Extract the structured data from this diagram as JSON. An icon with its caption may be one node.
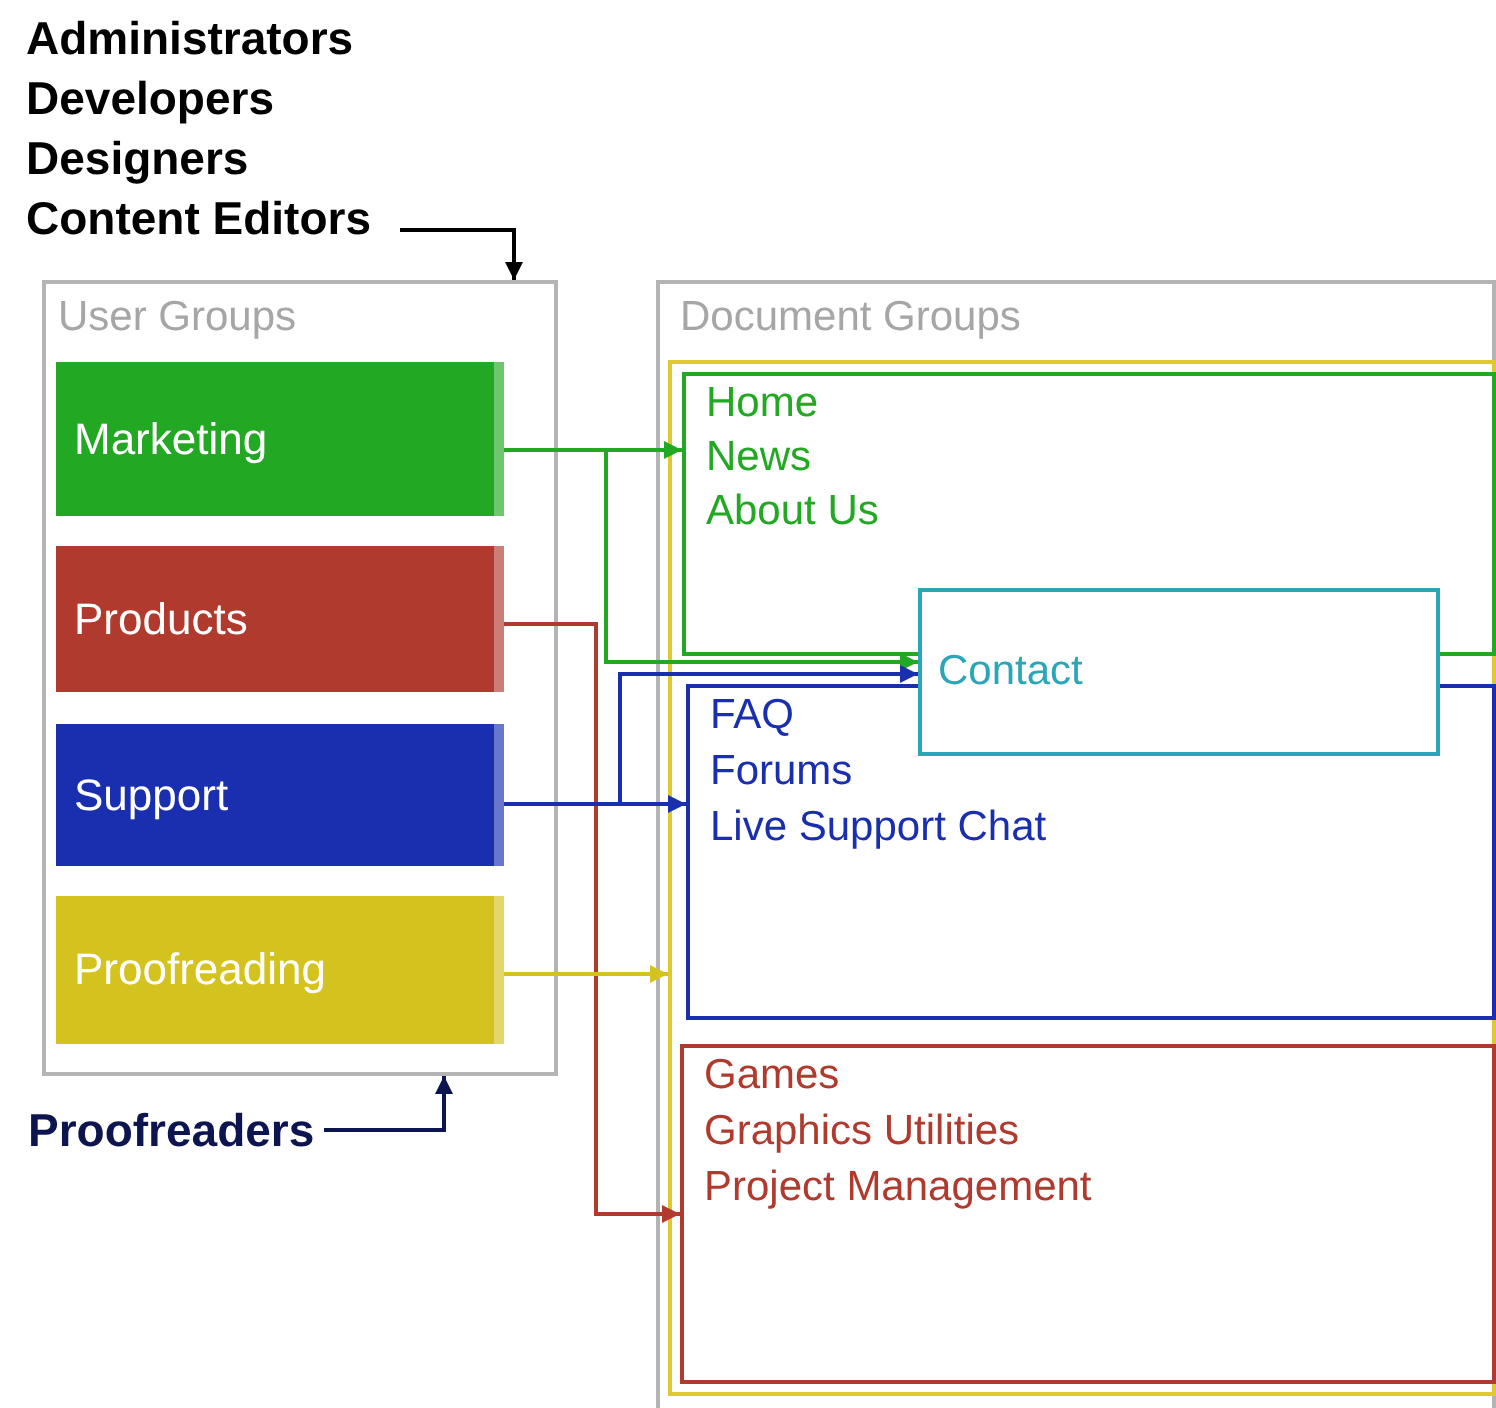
{
  "diagram": {
    "nodes": [
      {
        "text": [
          "Administrators",
          "Developers",
          "Designers",
          "Content Editors"
        ]
      },
      {
        "text": [
          "User Groups"
        ]
      },
      {
        "text": [
          "Marketing"
        ],
        "in": 1
      },
      {
        "text": [
          "Products"
        ],
        "in": 1
      },
      {
        "text": [
          "Support"
        ],
        "in": 1
      },
      {
        "text": [
          "Proofreading"
        ],
        "in": 1
      },
      {
        "text": [
          "Proofreaders"
        ]
      },
      {
        "text": [
          "Document Groups"
        ]
      },
      {
        "text": [],
        "shape": "box",
        "in": 7
      },
      {
        "text": [
          "Home",
          "News",
          "About Us"
        ],
        "in": 8
      },
      {
        "text": [
          "Contact"
        ],
        "in": 8
      },
      {
        "text": [
          "FAQ",
          "Forums",
          "Live Support Chat"
        ],
        "in": 8
      },
      {
        "text": [
          "Games",
          "Graphics Utilities",
          "Project Management"
        ],
        "in": 8
      }
    ],
    "edges": [
      {
        "from": 0,
        "to": 1,
        "arrow": "to",
        "color": "#000000"
      },
      {
        "from": 2,
        "to": 9,
        "arrow": "to",
        "color": "#22a822"
      },
      {
        "from": 2,
        "to": 10,
        "arrow": "to",
        "color": "#22a822"
      },
      {
        "from": 3,
        "to": 12,
        "arrow": "to",
        "color": "#b03a2e"
      },
      {
        "from": 4,
        "to": 11,
        "arrow": "to",
        "color": "#1a2fb0"
      },
      {
        "from": 4,
        "to": 10,
        "arrow": "to",
        "color": "#1a2fb0"
      },
      {
        "from": 5,
        "to": 8,
        "arrow": "to",
        "color": "#d4c21e"
      },
      {
        "from": 6,
        "to": 1,
        "arrow": "to",
        "color": "#0d1550"
      }
    ]
  }
}
